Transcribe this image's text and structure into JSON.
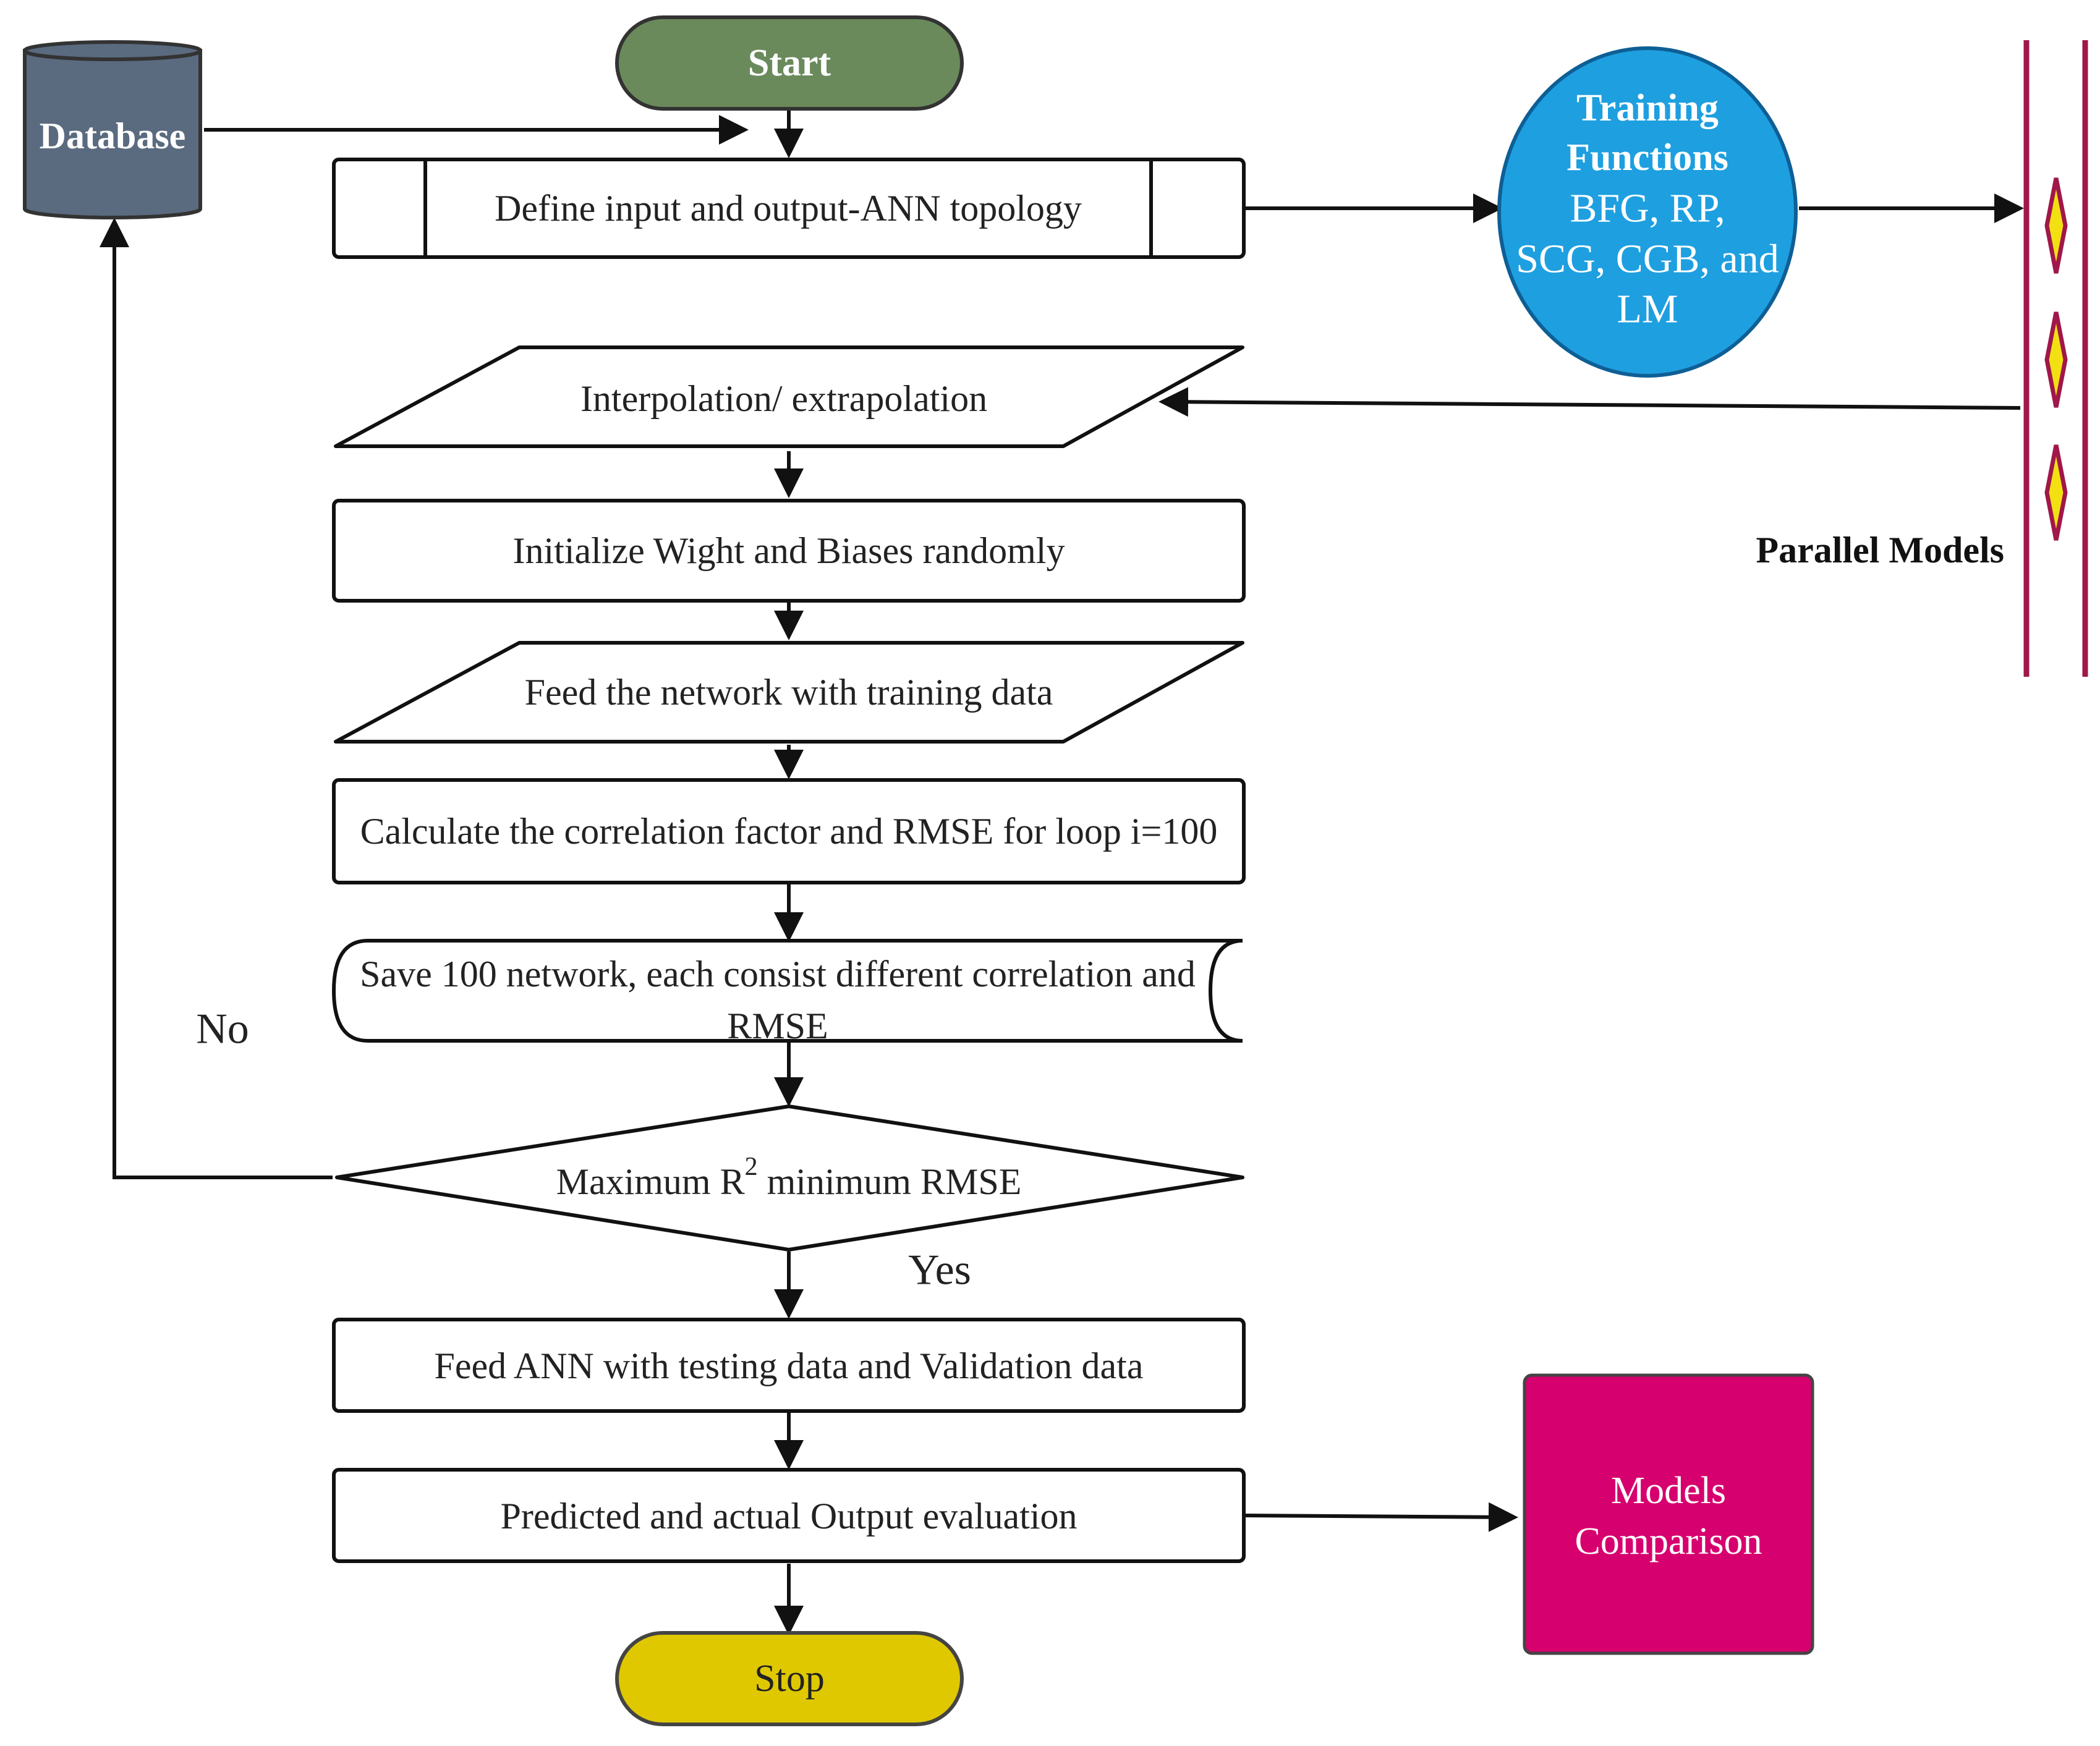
{
  "start": {
    "label": "Start",
    "color": "#6a8a5c"
  },
  "stop": {
    "label": "Stop",
    "color": "#e0c800"
  },
  "database": {
    "label": "Database",
    "color": "#5a6b80"
  },
  "steps": {
    "define_topology": "Define input and output-ANN topology",
    "interpolation": "Interpolation/ extrapolation",
    "initialize": "Initialize Wight and Biases randomly",
    "feed_training": "Feed the network with training data",
    "calculate": "Calculate the correlation factor and RMSE for loop i=100",
    "save_line1": "Save 100 network, each consist different correlation and",
    "save_line2": "RMSE",
    "decision_pre": "Maximum R",
    "decision_sup": "2",
    "decision_post": " minimum RMSE",
    "feed_testing": "Feed ANN with testing data and Validation data",
    "evaluate": "Predicted and actual Output evaluation"
  },
  "branches": {
    "no": "No",
    "yes": "Yes"
  },
  "training_functions": {
    "title_line1": "Training",
    "title_line2": "Functions",
    "list_line1": "BFG, RP,",
    "list_line2": "SCG, CGB, and",
    "list_line3": "LM",
    "color": "#1e9fe0"
  },
  "parallel_models": {
    "label": "Parallel Models",
    "bar_color": "#a0174a",
    "diamond_fill": "#f3e012"
  },
  "models_comparison": {
    "line1": "Models",
    "line2": "Comparison",
    "color": "#d6006e"
  }
}
